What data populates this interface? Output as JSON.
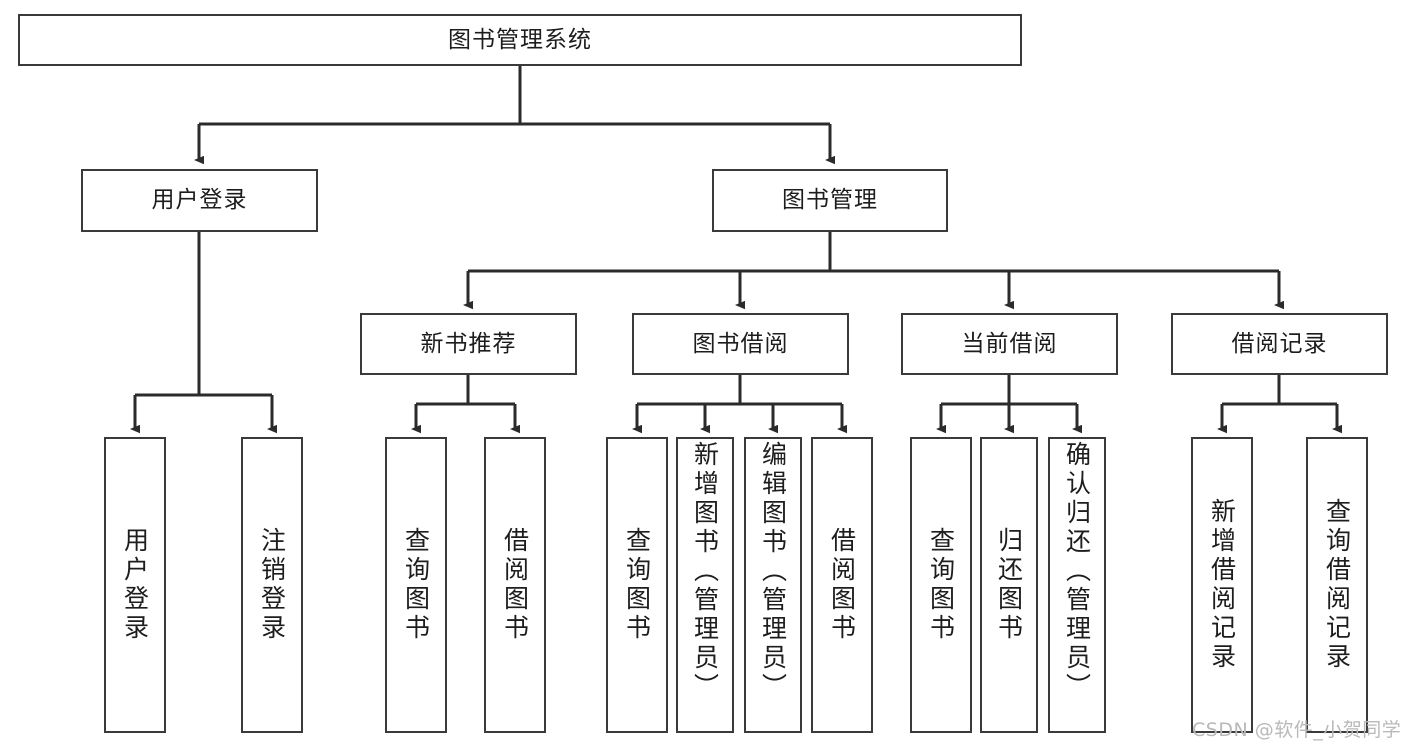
{
  "diagram": {
    "type": "tree-hierarchy-chart",
    "title": "图书管理系统",
    "colors": {
      "box_border": "#3a3a3a",
      "box_fill": "#ffffff",
      "connector": "#2b2b2b",
      "text": "#1d1d1d",
      "watermark": "#b9b9b9"
    },
    "root": {
      "label": "图书管理系统"
    },
    "level2": [
      {
        "id": "user-login",
        "label": "用户登录"
      },
      {
        "id": "book-management",
        "label": "图书管理"
      }
    ],
    "level3": [
      {
        "id": "new-book-recommend",
        "label": "新书推荐"
      },
      {
        "id": "book-borrow",
        "label": "图书借阅"
      },
      {
        "id": "current-borrow",
        "label": "当前借阅"
      },
      {
        "id": "borrow-record",
        "label": "借阅记录"
      }
    ],
    "leaves": {
      "user_login": [
        {
          "id": "leaf-user-login",
          "label": "用户登录",
          "align": "center"
        },
        {
          "id": "leaf-logout",
          "label": "注销登录",
          "align": "center"
        }
      ],
      "new_book_recommend": [
        {
          "id": "leaf-query-book-1",
          "label": "查询图书",
          "align": "center"
        },
        {
          "id": "leaf-borrow-book-1",
          "label": "借阅图书",
          "align": "center"
        }
      ],
      "book_borrow": [
        {
          "id": "leaf-query-book-2",
          "label": "查询图书",
          "align": "center"
        },
        {
          "id": "leaf-add-book",
          "label": "新增图书（管理员）",
          "align": "top"
        },
        {
          "id": "leaf-edit-book",
          "label": "编辑图书（管理员）",
          "align": "top"
        },
        {
          "id": "leaf-borrow-book-2",
          "label": "借阅图书",
          "align": "center"
        }
      ],
      "current_borrow": [
        {
          "id": "leaf-query-book-3",
          "label": "查询图书",
          "align": "center"
        },
        {
          "id": "leaf-return-book",
          "label": "归还图书",
          "align": "center"
        },
        {
          "id": "leaf-confirm-return",
          "label": "确认归还（管理员）",
          "align": "top"
        }
      ],
      "borrow_record": [
        {
          "id": "leaf-add-record",
          "label": "新增借阅记录",
          "align": "center"
        },
        {
          "id": "leaf-query-record",
          "label": "查询借阅记录",
          "align": "center"
        }
      ]
    },
    "watermark": "CSDN @软件_小贺同学"
  }
}
